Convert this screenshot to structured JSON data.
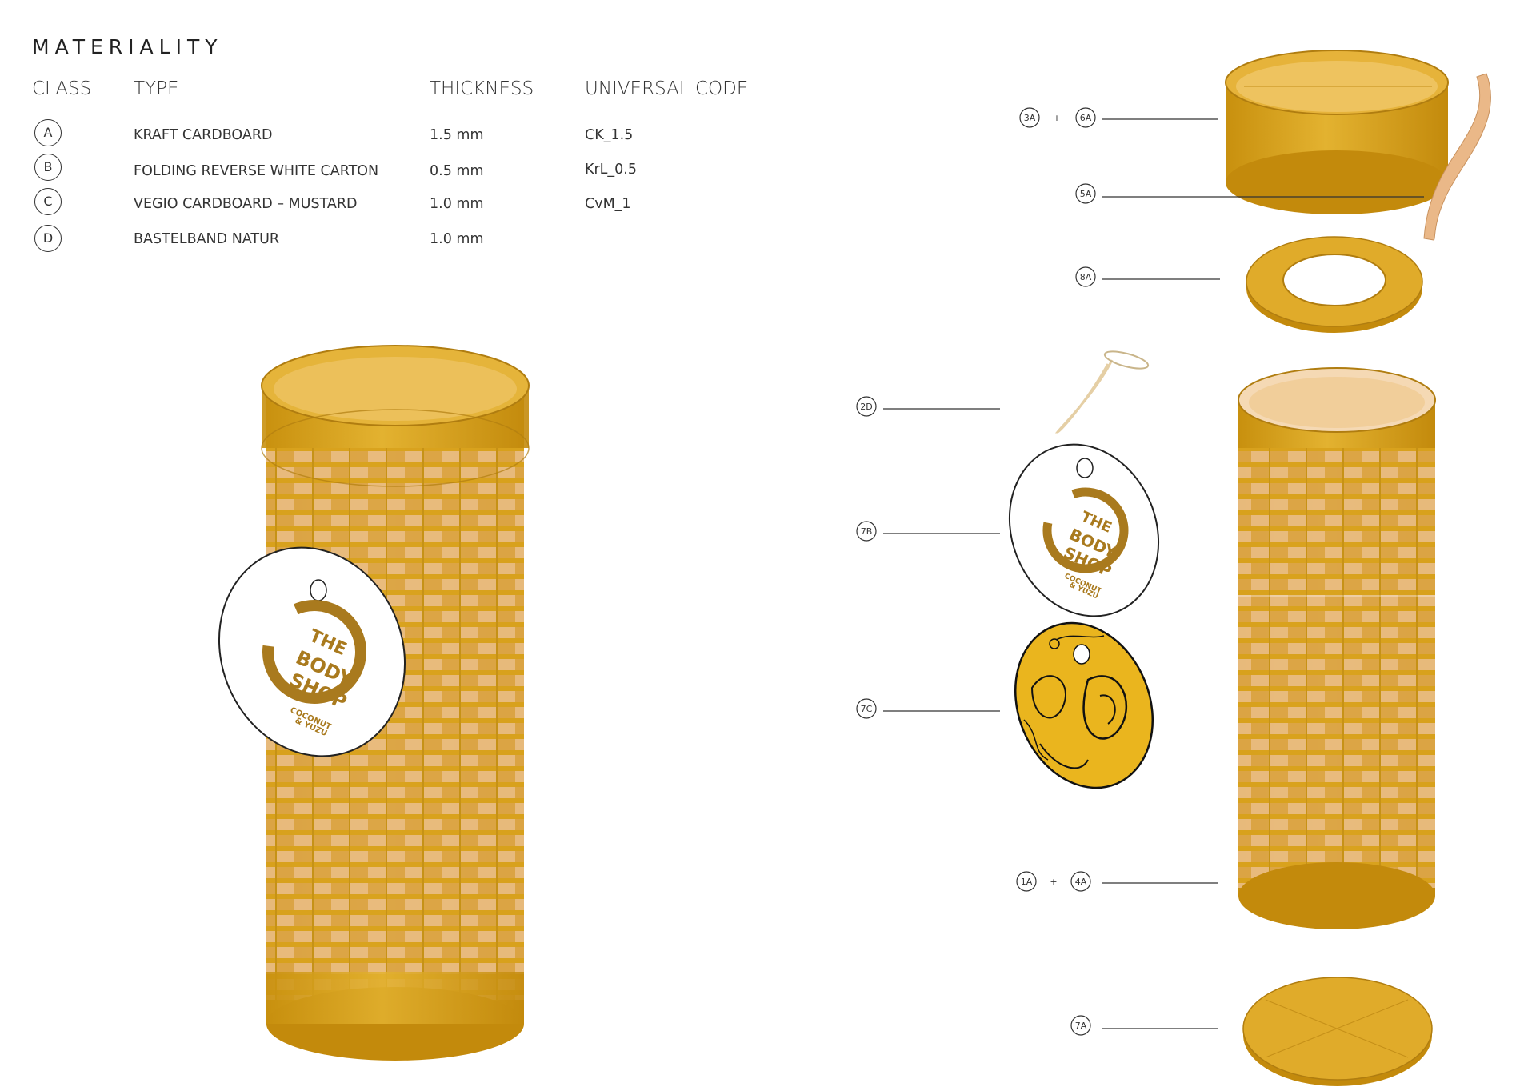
{
  "title": "MATERIALITY",
  "headers": {
    "class": "CLASS",
    "type": "TYPE",
    "thickness": "THICKNESS",
    "code": "UNIVERSAL CODE"
  },
  "materials": [
    {
      "class": "A",
      "type": "KRAFT CARDBOARD",
      "thickness": "1.5 mm",
      "code": "CK_1.5"
    },
    {
      "class": "B",
      "type": "FOLDING  REVERSE WHITE CARTON",
      "thickness": "0.5 mm",
      "code": "KrL_0.5"
    },
    {
      "class": "C",
      "type": "VEGIO CARDBOARD – MUSTARD",
      "thickness": "1.0 mm",
      "code": "CvM_1"
    },
    {
      "class": "D",
      "type": "BASTELBAND NATUR",
      "thickness": "1.0 mm",
      "code": ""
    }
  ],
  "callouts": {
    "c3a": "3A",
    "plus1": "+",
    "c6a": "6A",
    "c5a": "5A",
    "c8a": "8A",
    "c2d": "2D",
    "c7b": "7B",
    "c7c": "7C",
    "c1a": "1A",
    "plus2": "+",
    "c4a": "4A",
    "c7a": "7A"
  },
  "tag": {
    "brand_line1": "THE",
    "brand_line2": "BODY",
    "brand_line3": "SHOP",
    "product_line1": "COCONUT",
    "product_line2": "& YUZU"
  },
  "colors": {
    "mustard": "#d9a520",
    "mustard_dark": "#b07d10",
    "kraft": "#e8b98a",
    "brand_brown": "#a97a1e"
  }
}
